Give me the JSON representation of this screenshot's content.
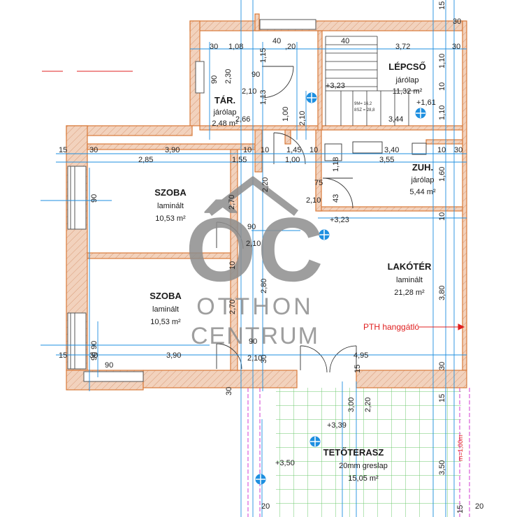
{
  "colors": {
    "wall_fill": "#f2d2bd",
    "wall_stroke": "#d97a3a",
    "dim_line": "#1e8fe0",
    "terrace_grid": "#6cc96c",
    "annotation_red": "#e02020",
    "magenta": "#d23bd2",
    "watermark": "#8e8e8e",
    "text": "#1a1a1a"
  },
  "rooms": {
    "lepcso": {
      "name": "LÉPCSŐ",
      "floor": "járólap",
      "area": "11,32 m²"
    },
    "tar": {
      "name": "TÁR.",
      "floor": "járólap",
      "area": "2,48 m²"
    },
    "szoba1": {
      "name": "SZOBA",
      "floor": "laminált",
      "area": "10,53 m²"
    },
    "szoba2": {
      "name": "SZOBA",
      "floor": "laminált",
      "area": "10,53 m²"
    },
    "zuh": {
      "name": "ZUH.",
      "floor": "járólap",
      "area": "5,44 m²"
    },
    "lakoter": {
      "name": "LAKÓTÉR",
      "floor": "laminált",
      "area": "21,28 m²"
    },
    "tetoterasz": {
      "name": "TETŐTERASZ",
      "floor": "20mm greslap",
      "area": "15,05 m²"
    }
  },
  "annotations": {
    "pth": "PTH hanggátló",
    "elev_323_a": "+3,23",
    "elev_323_b": "+3,23",
    "elev_161": "+1,61",
    "elev_339": "+3,39",
    "elev_350": "+3,50",
    "stair_note_1": "9M= 16,2",
    "stair_note_2": "8SZ = 28,8",
    "roof_note": "m=1,00m"
  },
  "dims": {
    "d_30_a": "30",
    "d_108": "1,08",
    "d_40_a": "40",
    "d_20": ",20",
    "d_40_b": "40",
    "d_372": "3,72",
    "d_30_b": "30",
    "d_30_c": "30",
    "d_115": "1,15",
    "d_90_a": "90",
    "d_210_a": "2,10",
    "d_113": "1,13",
    "d_230": "2,30",
    "d_90_b": "90",
    "d_266": "2,66",
    "d_100": "1,00",
    "d_210_b": "2,10",
    "d_344": "3,44",
    "d_110_a": "1,10",
    "d_110_b": "1,10",
    "d_10_a": "10",
    "d_15_a": "15",
    "d_30_d": "30",
    "d_390_a": "3,90",
    "d_10_b": "10",
    "d_10_c": "10",
    "d_145": "1,45",
    "d_10_d": "10",
    "d_340": "3,40",
    "d_10_e": "10",
    "d_30_e": "30",
    "d_285": "2,85",
    "d_155": "1,55",
    "d_100_b": "1,00",
    "d_355": "3,55",
    "d_220": "2,20",
    "d_75": "75",
    "d_118": "1,18",
    "d_160": "1,60",
    "d_210_c": "2,10",
    "d_43": "43",
    "d_90_c": "90",
    "d_270_a": "2,70",
    "d_90_d": "90",
    "d_210_d": "2,10",
    "d_10_f": "10",
    "d_10_g": "10",
    "d_270_b": "2,70",
    "d_280": "2,80",
    "d_380": "3,80",
    "d_90_e": "90",
    "d_90_f": "90",
    "d_210_e": "2,10",
    "d_495": "4,95",
    "d_15_b": "15",
    "d_30_f": "30",
    "d_390_b": "3,90",
    "d_30_g": "30",
    "d_15_c": "15",
    "d_90_g": "90",
    "d_90_h": "90",
    "d_30_h": "30",
    "d_30_i": "30",
    "d_300": "3,00",
    "d_220_b": "2,20",
    "d_350": "3,50",
    "d_15_d": "15",
    "d_20_a": "20",
    "d_20_b": "20",
    "d_15_e": "15",
    "d_15_f": "15"
  },
  "watermark": {
    "logo": "ÔC",
    "line1": "OTTHON",
    "line2": "CENTRUM"
  }
}
